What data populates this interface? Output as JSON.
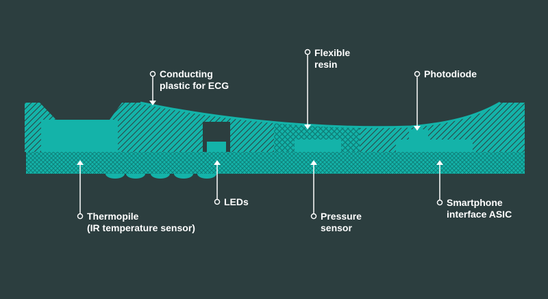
{
  "labels": {
    "conducting_plastic": {
      "line1": "Conducting",
      "line2": "plastic for ECG"
    },
    "flexible_resin": {
      "line1": "Flexible",
      "line2": "resin"
    },
    "photodiode": {
      "line1": "Photodiode"
    },
    "thermopile": {
      "line1": "Thermopile",
      "line2": "(IR temperature sensor)"
    },
    "leds": {
      "line1": "LEDs"
    },
    "pressure_sensor": {
      "line1": "Pressure",
      "line2": "sensor"
    },
    "smartphone_asic": {
      "line1": "Smartphone",
      "line2": "interface ASIC"
    }
  },
  "colors": {
    "background": "#2c3e3f",
    "teal": "#14b3a9",
    "teal_dark": "#0e7f78",
    "callout": "#ffffff"
  }
}
